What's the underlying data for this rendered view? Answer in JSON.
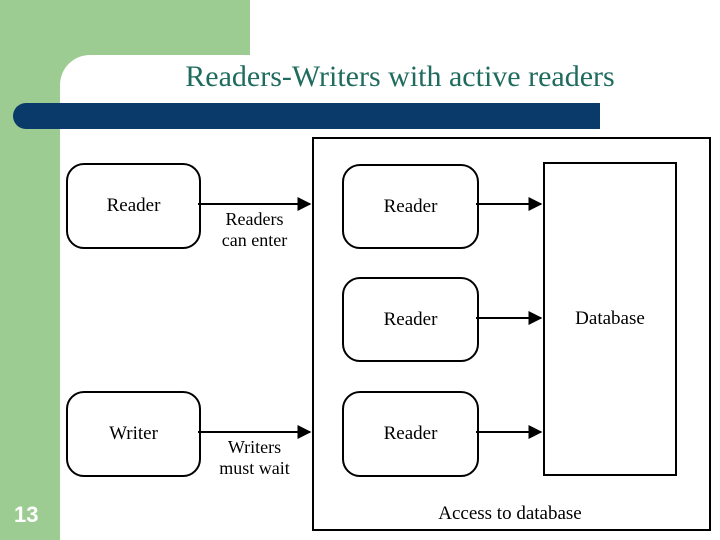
{
  "slide": {
    "title": "Readers-Writers with active readers",
    "page_number": "13",
    "colors": {
      "title_text": "#1f6b5e",
      "accent_green": "#9ccc92",
      "accent_blue": "#0a3a69",
      "background": "#ffffff",
      "diagram_stroke": "#000000"
    }
  },
  "diagram": {
    "type": "flow",
    "outside_nodes": [
      {
        "id": "reader-outside",
        "label": "Reader"
      },
      {
        "id": "writer-outside",
        "label": "Writer"
      }
    ],
    "inside_nodes": [
      {
        "id": "reader-active-1",
        "label": "Reader"
      },
      {
        "id": "reader-active-2",
        "label": "Reader"
      },
      {
        "id": "reader-active-3",
        "label": "Reader"
      }
    ],
    "resource": {
      "id": "database",
      "label": "Database"
    },
    "edge_labels": [
      {
        "id": "readers-can-enter",
        "line1": "Readers",
        "line2": "can enter"
      },
      {
        "id": "writers-must-wait",
        "line1": "Writers",
        "line2": "must wait"
      }
    ],
    "region_caption": "Access to database"
  }
}
